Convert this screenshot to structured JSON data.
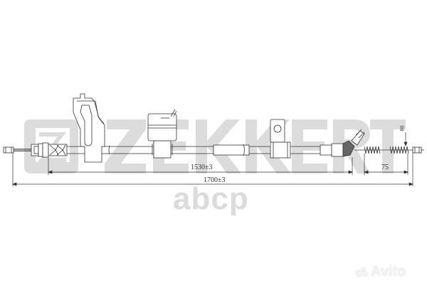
{
  "drawing": {
    "brand_watermark": "ZEKKERT",
    "part": "parking brake cable",
    "dimensions": {
      "inner_length": "1530±3",
      "overall_length": "1700±3",
      "end_length": "75",
      "end_height": "80"
    },
    "colors": {
      "line": "#333333",
      "watermark": "#d9d9d9",
      "background": "#ffffff"
    }
  },
  "watermarks": {
    "abcp": "abcp",
    "avito": "Avito"
  }
}
